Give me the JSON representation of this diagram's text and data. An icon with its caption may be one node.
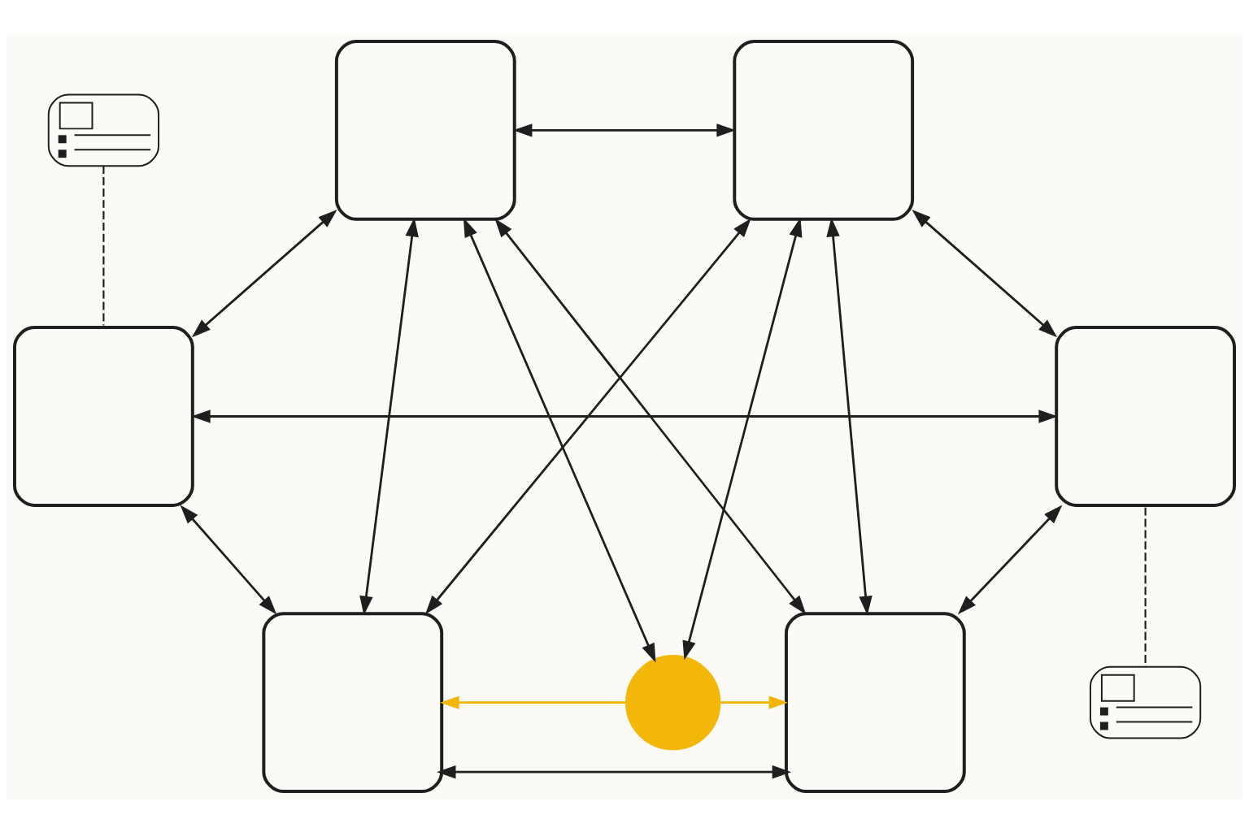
{
  "diagram": {
    "nodes": [
      {
        "text": [],
        "shape": "box"
      },
      {
        "text": [],
        "shape": "box"
      },
      {
        "text": [],
        "shape": "picture"
      },
      {
        "text": [],
        "shape": "box"
      },
      {
        "text": [],
        "shape": "box"
      },
      {
        "text": [],
        "shape": "picture"
      },
      {
        "text": [],
        "shape": "box"
      },
      {
        "text": [],
        "shape": "circle"
      },
      {
        "text": [],
        "shape": "box"
      }
    ],
    "edges": [
      {
        "from": 0,
        "to": 1,
        "arrow": "both"
      },
      {
        "from": 0,
        "to": 3,
        "arrow": "both"
      },
      {
        "from": 0,
        "to": 6,
        "arrow": "both"
      },
      {
        "from": 0,
        "to": 7,
        "arrow": "both"
      },
      {
        "from": 0,
        "to": 8,
        "arrow": "both"
      },
      {
        "from": 1,
        "to": 6,
        "arrow": "both"
      },
      {
        "from": 1,
        "to": 7,
        "arrow": "both"
      },
      {
        "from": 1,
        "to": 8,
        "arrow": "both"
      },
      {
        "from": 1,
        "to": 4,
        "arrow": "both"
      },
      {
        "from": 3,
        "to": 4,
        "arrow": "both"
      },
      {
        "from": 3,
        "to": 6,
        "arrow": "both"
      },
      {
        "from": 4,
        "to": 8,
        "arrow": "both"
      },
      {
        "from": 6,
        "to": 8,
        "arrow": "both"
      },
      {
        "from": 7,
        "to": 6,
        "arrow": "to",
        "color": "#f2b705"
      },
      {
        "from": 7,
        "to": 8,
        "arrow": "to",
        "color": "#f2b705"
      },
      {
        "from": 2,
        "to": 3,
        "arrow": "none",
        "style": "dashed"
      },
      {
        "from": 4,
        "to": 5,
        "arrow": "none",
        "style": "dashed"
      }
    ]
  }
}
